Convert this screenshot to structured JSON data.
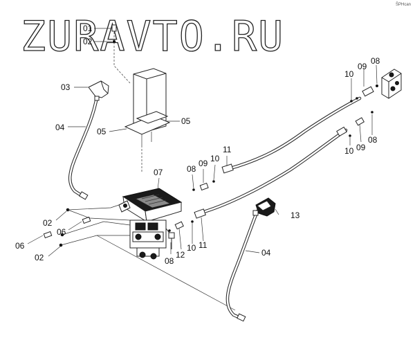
{
  "watermark": "ZURAVTO.RU",
  "corner_mark": "ŠPHcan",
  "callouts": {
    "c01": "01",
    "c02a": "02",
    "c03": "03",
    "c04a": "04",
    "c05a": "05",
    "c05b": "05",
    "c07": "07",
    "c08a": "08",
    "c09a": "09",
    "c10a": "10",
    "c11a": "11",
    "c02b": "02",
    "c06a": "06",
    "c06b": "06",
    "c02c": "02",
    "c08b": "08",
    "c12": "12",
    "c10b": "10",
    "c11b": "11",
    "c13": "13",
    "c04b": "04",
    "c10c": "10",
    "c09b": "09",
    "c08c": "08",
    "c10d": "10",
    "c09c": "09",
    "c08d": "08"
  }
}
